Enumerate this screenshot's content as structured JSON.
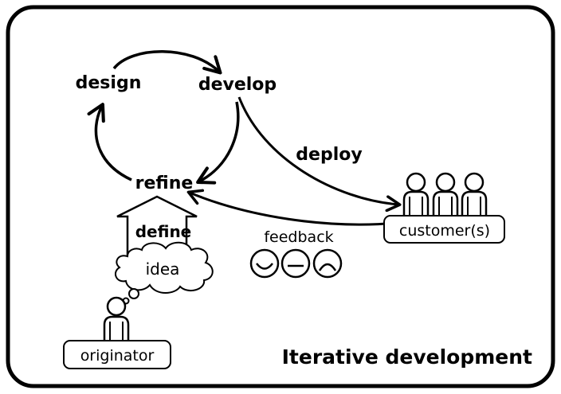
{
  "diagram": {
    "title": "Iterative development",
    "cycle": {
      "design": "design",
      "develop": "develop",
      "refine": "refine"
    },
    "deploy": "deploy",
    "define": "define",
    "idea": "idea",
    "feedback": "feedback",
    "customers": "customer(s)",
    "originator": "originator",
    "feedback_faces": [
      "happy-face-icon",
      "neutral-face-icon",
      "sad-face-icon"
    ]
  }
}
